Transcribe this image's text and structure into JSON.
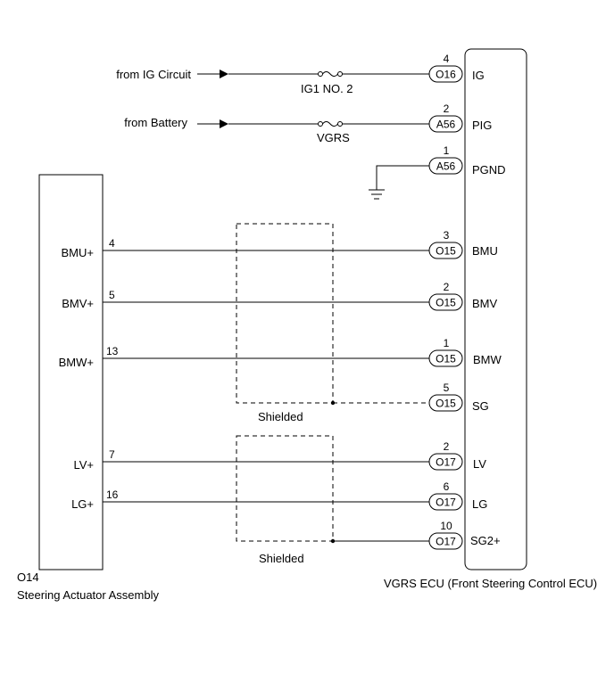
{
  "inputs": {
    "ig_circuit": {
      "label": "from IG Circuit",
      "fuse": "IG1 NO. 2"
    },
    "battery": {
      "label": "from Battery",
      "fuse": "VGRS"
    }
  },
  "ecu": {
    "name": "VGRS ECU (Front Steering Control ECU)",
    "terminals": [
      {
        "pin": "4",
        "connector": "O16",
        "name": "IG"
      },
      {
        "pin": "2",
        "connector": "A56",
        "name": "PIG"
      },
      {
        "pin": "1",
        "connector": "A56",
        "name": "PGND"
      },
      {
        "pin": "3",
        "connector": "O15",
        "name": "BMU"
      },
      {
        "pin": "2",
        "connector": "O15",
        "name": "BMV"
      },
      {
        "pin": "1",
        "connector": "O15",
        "name": "BMW"
      },
      {
        "pin": "5",
        "connector": "O15",
        "name": "SG"
      },
      {
        "pin": "2",
        "connector": "O17",
        "name": "LV"
      },
      {
        "pin": "6",
        "connector": "O17",
        "name": "LG"
      },
      {
        "pin": "10",
        "connector": "O17",
        "name": "SG2+"
      }
    ]
  },
  "actuator": {
    "connector": "O14",
    "name": "Steering Actuator Assembly",
    "terminals": [
      {
        "name": "BMU+",
        "pin": "4"
      },
      {
        "name": "BMV+",
        "pin": "5"
      },
      {
        "name": "BMW+",
        "pin": "13"
      },
      {
        "name": "LV+",
        "pin": "7"
      },
      {
        "name": "LG+",
        "pin": "16"
      }
    ]
  },
  "shields": [
    {
      "label": "Shielded"
    },
    {
      "label": "Shielded"
    }
  ]
}
